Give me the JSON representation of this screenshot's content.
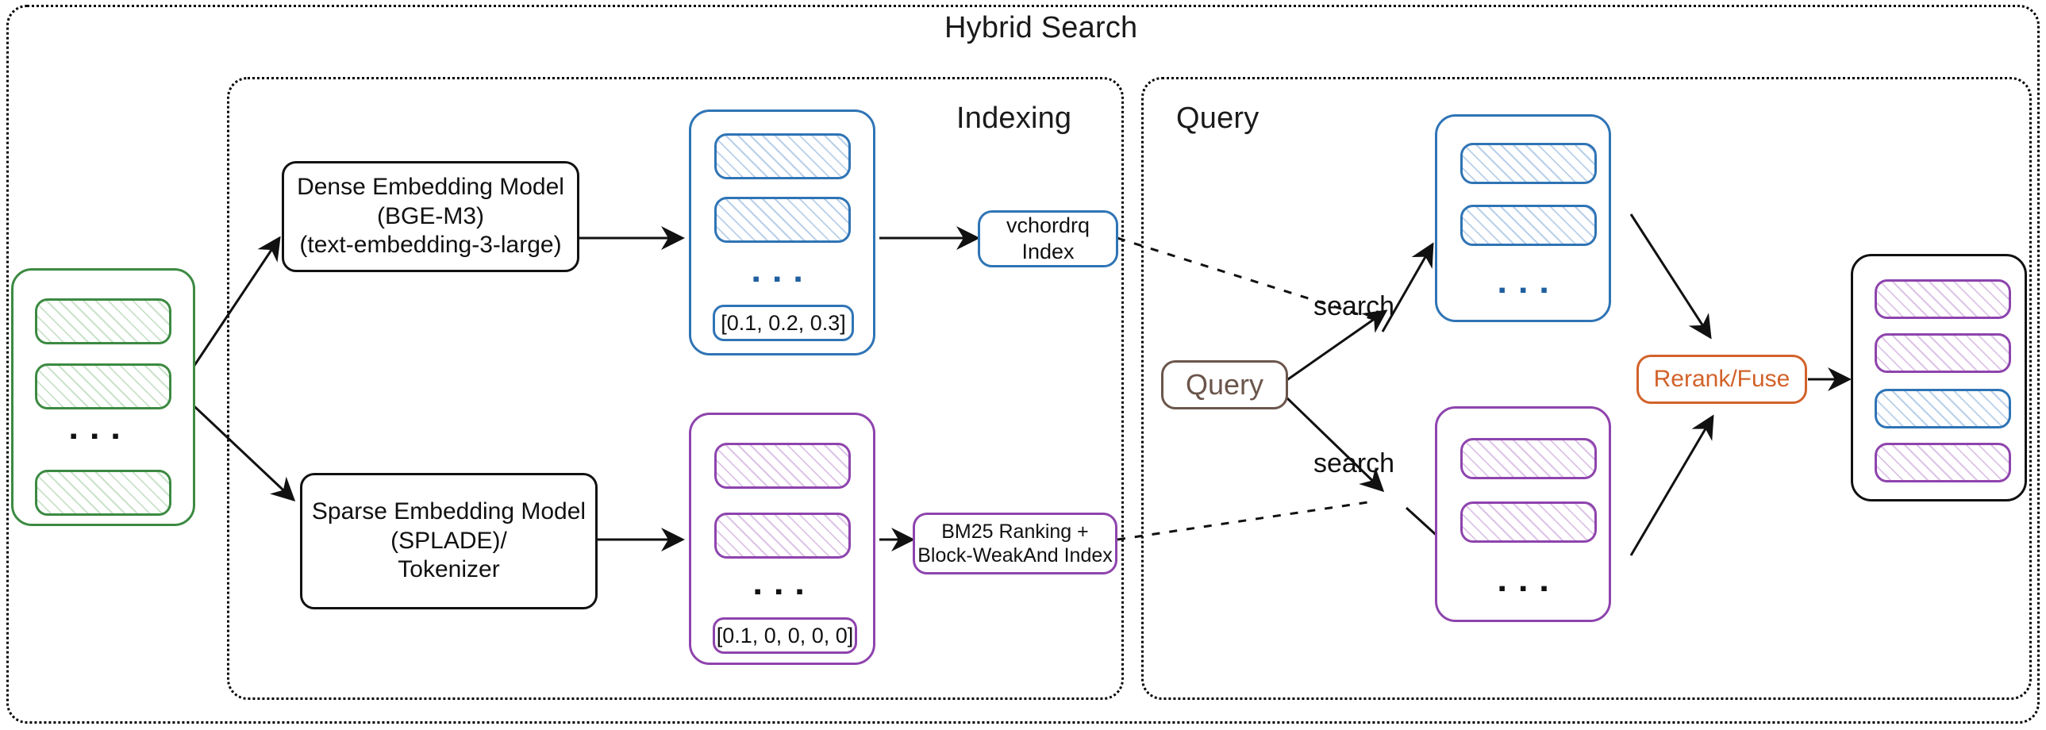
{
  "diagram": {
    "title": "Hybrid Search",
    "groups": [
      {
        "id": "indexing",
        "label": "Indexing"
      },
      {
        "id": "query",
        "label": "Query"
      }
    ]
  },
  "source_documents": {
    "name": "source-documents",
    "ellipsis": "▪ ▪ ▪",
    "items": [
      "",
      "",
      ""
    ]
  },
  "models": {
    "dense": {
      "line1": "Dense Embedding Model",
      "line2": "(BGE-M3)",
      "line3": "(text-embedding-3-large)"
    },
    "sparse": {
      "line1": "Sparse Embedding Model",
      "line2": "(SPLADE)/",
      "line3": "Tokenizer"
    }
  },
  "index_stacks": {
    "dense": {
      "ellipsis": "▪ ▪ ▪",
      "vector": "[0.1, 0.2, 0.3]",
      "items": [
        "",
        ""
      ]
    },
    "sparse": {
      "ellipsis": "▪ ▪ ▪",
      "vector": "[0.1, 0, 0, 0, 0]",
      "items": [
        "",
        ""
      ]
    }
  },
  "indexes": {
    "dense": {
      "line1": "vchordrq",
      "line2": "Index"
    },
    "sparse": {
      "line1": "BM25 Ranking +",
      "line2": "Block-WeakAnd Index"
    }
  },
  "query": {
    "box_label": "Query",
    "search_label_top": "search",
    "search_label_bottom": "search"
  },
  "result_stacks": {
    "dense": {
      "ellipsis": "▪ ▪ ▪",
      "items": [
        "",
        ""
      ]
    },
    "sparse": {
      "ellipsis": "▪ ▪ ▪",
      "items": [
        "",
        ""
      ]
    }
  },
  "rerank": {
    "label": "Rerank/Fuse"
  },
  "final_results": {
    "items": [
      {
        "kind": "sparse"
      },
      {
        "kind": "sparse"
      },
      {
        "kind": "dense"
      },
      {
        "kind": "sparse"
      }
    ]
  },
  "colors": {
    "dense": "#2f74b5",
    "sparse": "#8e44ad",
    "source": "#3c8a42",
    "query": "#6b554b",
    "rerank": "#d2622a",
    "outline": "#111111"
  }
}
